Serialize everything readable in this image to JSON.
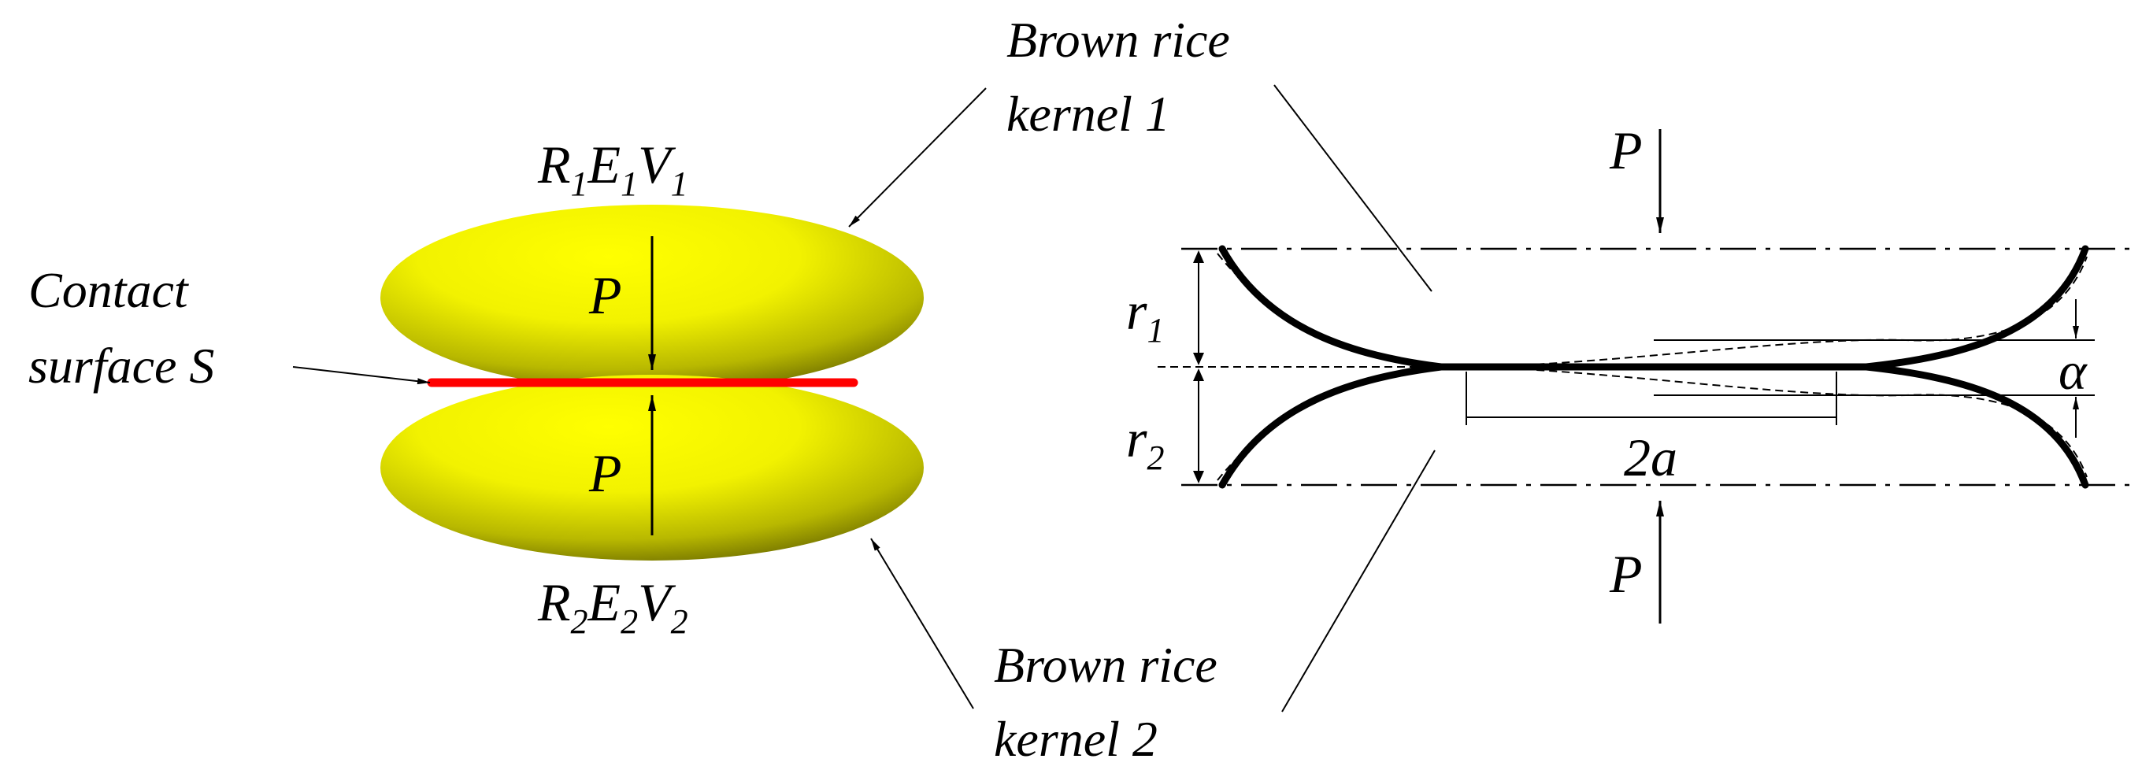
{
  "labels": {
    "kernel1_line1": "Brown rice",
    "kernel1_line2": "kernel  1",
    "kernel2_line1": "Brown rice",
    "kernel2_line2": "kernel  2",
    "contact_line1": "Contact",
    "contact_line2": "surface  S",
    "force": "P",
    "width": "2a",
    "angle": "α"
  },
  "params_top": {
    "R": "R",
    "R_sub": "1",
    "E": "E",
    "E_sub": "1",
    "V": "V",
    "V_sub": "1"
  },
  "params_bottom": {
    "R": "R",
    "R_sub": "2",
    "E": "E",
    "E_sub": "2",
    "V": "V",
    "V_sub": "2"
  },
  "radius1": {
    "symbol": "r",
    "sub": "1"
  },
  "radius2": {
    "symbol": "r",
    "sub": "2"
  },
  "colors": {
    "kernel_fill": "#ffff00",
    "kernel_shade": "#6b6b00",
    "contact_surface": "#ff0000",
    "line": "#000000"
  }
}
